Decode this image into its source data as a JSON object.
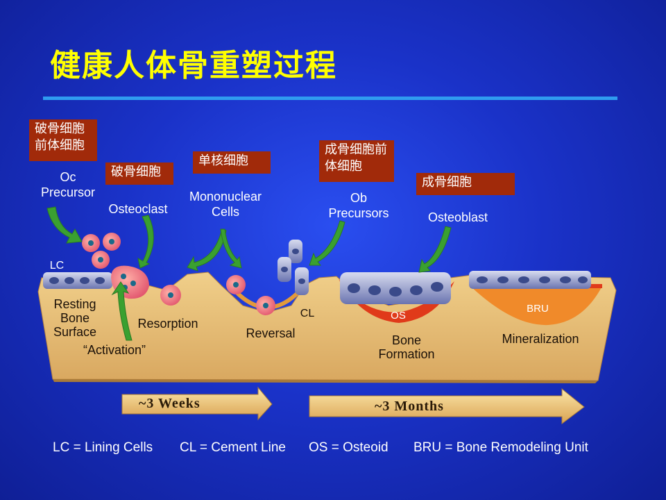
{
  "title": "健康人体骨重塑过程",
  "cn_labels": {
    "oc_precursor": "破骨细胞前体细胞",
    "osteoclast": "破骨细胞",
    "mononuclear": "单核细胞",
    "ob_precursor": "成骨细胞前体细胞",
    "osteoblast": "成骨细胞"
  },
  "en_labels": {
    "oc_precursor": "Oc Precursor",
    "osteoclast": "Osteoclast",
    "mononuclear": "Mononuclear Cells",
    "ob_precursor": "Ob Precursors",
    "osteoblast": "Osteoblast",
    "lc": "LC",
    "resting": "Resting Bone Surface",
    "activation": "“Activation”",
    "resorption": "Resorption",
    "reversal": "Reversal",
    "cl": "CL",
    "os": "OS",
    "bone_formation": "Bone Formation",
    "bru": "BRU",
    "mineralization": "Mineralization"
  },
  "timeline": {
    "weeks": "~3 Weeks",
    "months": "~3 Months"
  },
  "legend": {
    "lc": "LC = Lining Cells",
    "cl": "CL = Cement Line",
    "os": "OS = Osteoid",
    "bru": "BRU = Bone Remodeling Unit"
  },
  "colors": {
    "background": "#1a32c8",
    "title": "#ffff00",
    "rule": "#2f9cf0",
    "label_box": "#a12a0a",
    "bone": "#e8c27a",
    "osteoid": "#e03a1a",
    "arrow_green": "#3aa030"
  }
}
